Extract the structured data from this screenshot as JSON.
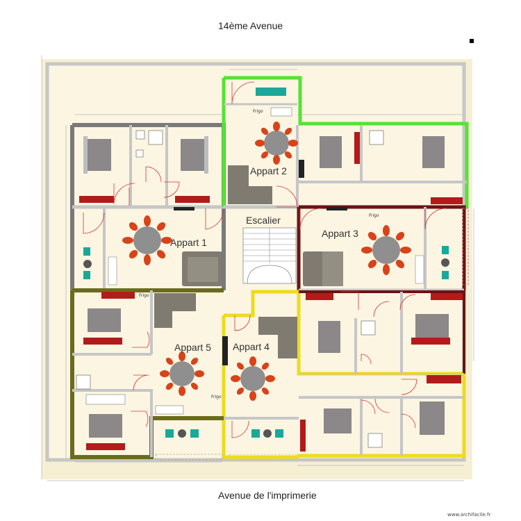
{
  "streets": {
    "top": "14ème Avenue",
    "bottom": "Avenue de l'imprimerie"
  },
  "apartments": {
    "a1": "Appart 1",
    "a2": "Appart 2",
    "a3": "Appart 3",
    "a4": "Appart 4",
    "a5": "Appart 5",
    "stairs": "Escalier"
  },
  "labels": {
    "fridge": "Frigo"
  },
  "watermark": "www.archifacile.fr",
  "colors": {
    "apt2_outline": "#55e236",
    "apt3_outline": "#6a1414",
    "apt4_outline": "#eedc1a",
    "apt5_outline": "#6b6b1c",
    "apt1_outline": "#7a7a7a",
    "floor": "#fbf5e2",
    "bed": "#8c8789",
    "furniture_red": "#b31b1b",
    "sofa": "#7f7b70",
    "seat_red": "#d8431a",
    "table": "#8f8f8f",
    "teal": "#1aa89a"
  }
}
